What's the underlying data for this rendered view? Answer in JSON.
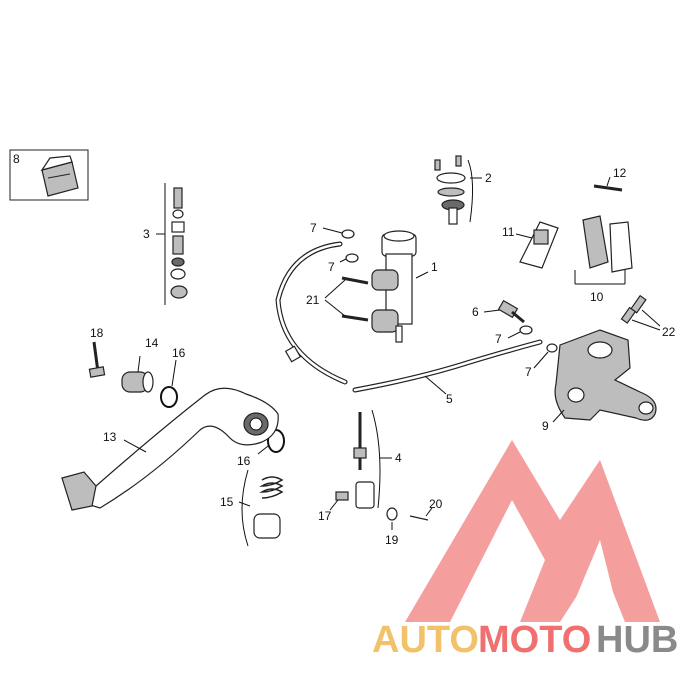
{
  "callouts": {
    "c1": "1",
    "c2": "2",
    "c3": "3",
    "c4": "4",
    "c5": "5",
    "c6": "6",
    "c7a": "7",
    "c7b": "7",
    "c7c": "7",
    "c7d": "7",
    "c8": "8",
    "c9": "9",
    "c10": "10",
    "c11": "11",
    "c12": "12",
    "c13": "13",
    "c14": "14",
    "c15": "15",
    "c16a": "16",
    "c16b": "16",
    "c17": "17",
    "c18": "18",
    "c19": "19",
    "c20": "20",
    "c21": "21",
    "c22": "22"
  },
  "watermark": {
    "auto": "AUTO",
    "moto": "MOTO",
    "hub": "HUB",
    "colors": {
      "auto": "#f2c26a",
      "moto": "#f07070",
      "hub": "#8a8a8a",
      "mark": "#f06a6a"
    }
  }
}
